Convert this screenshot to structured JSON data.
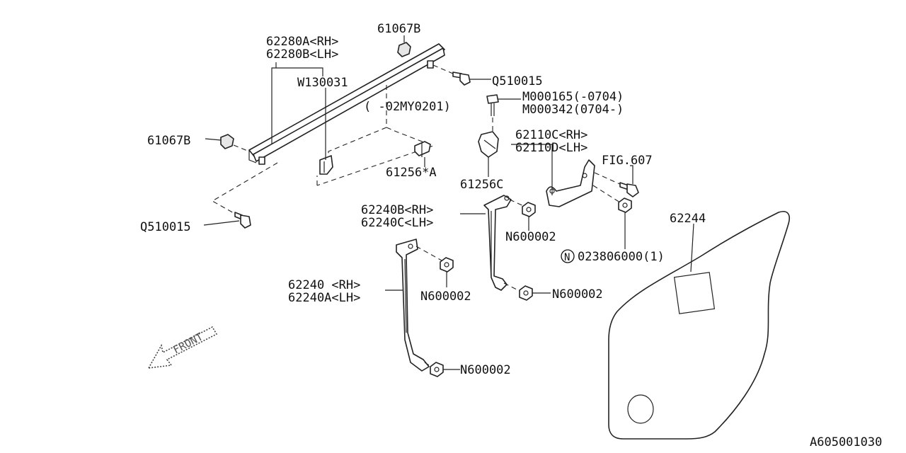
{
  "labels": {
    "p61067b_top": "61067B",
    "p62280a": "62280A<RH>",
    "p62280b": "62280B<LH>",
    "w130031": "W130031",
    "q510015_top": "Q510015",
    "m000165": "M000165(-0704)",
    "m000342": "M000342(0704-)",
    "myear": "( -02MY0201)",
    "p62110c": "62110C<RH>",
    "p62110d": "62110D<LH>",
    "fig607": "FIG.607",
    "p61067b_left": "61067B",
    "p61256a": "61256*A",
    "p61256c": "61256C",
    "p62244": "62244",
    "q510015_left": "Q510015",
    "p62240b": "62240B<RH>",
    "p62240c": "62240C<LH>",
    "n600002_a": "N600002",
    "n_circle": "N",
    "p023806000": "023806000(1)",
    "p62240": "62240 <RH>",
    "p62240a": "62240A<LH>",
    "n600002_b": "N600002",
    "n600002_c": "N600002",
    "n600002_d": "N600002",
    "front": "FRONT",
    "diagram_id": "A605001030"
  }
}
